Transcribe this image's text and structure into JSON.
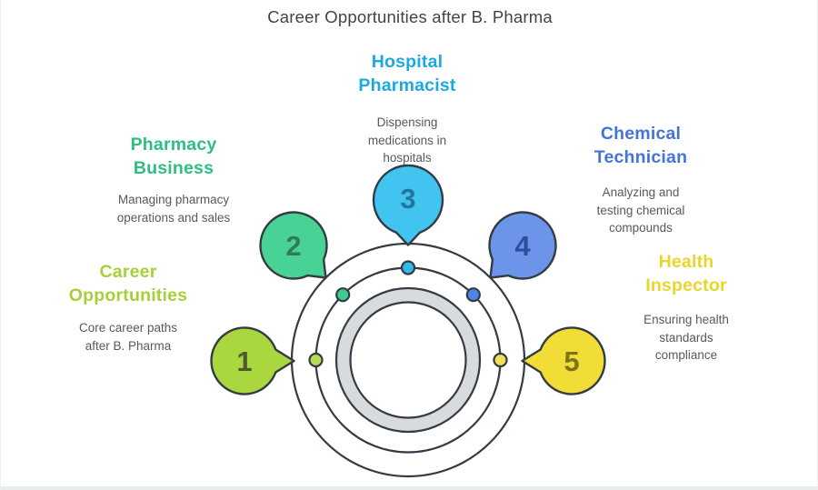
{
  "title": "Career Opportunities after B. Pharma",
  "colors": {
    "outline": "#333b44",
    "ring_fill": "#d9dadb",
    "ring_inner_fill": "#ffffff",
    "title_text": "#3f4448",
    "description_text": "#58595b",
    "background": "#ffffff"
  },
  "items": [
    {
      "number": "1",
      "heading": "Career\nOpportunities",
      "description": "Core career paths\nafter B. Pharma",
      "heading_color": "#a6cf39",
      "bubble_color": "#aad740",
      "dot_color": "#b9dc55",
      "number_color": "#4e5a2e"
    },
    {
      "number": "2",
      "heading": "Pharmacy\nBusiness",
      "description": "Managing pharmacy\noperations and sales",
      "heading_color": "#2ebe80",
      "bubble_color": "#49d295",
      "dot_color": "#3ecb8e",
      "number_color": "#2f7c5c"
    },
    {
      "number": "3",
      "heading": "Hospital\nPharmacist",
      "description": "Dispensing\nmedications in\nhospitals",
      "heading_color": "#1ba9df",
      "bubble_color": "#41c5f0",
      "dot_color": "#2fbceb",
      "number_color": "#20789f"
    },
    {
      "number": "4",
      "heading": "Chemical\nTechnician",
      "description": "Analyzing and\ntesting chemical\ncompounds",
      "heading_color": "#4374d9",
      "bubble_color": "#6c94e8",
      "dot_color": "#4d86e6",
      "number_color": "#2e4e99"
    },
    {
      "number": "5",
      "heading": "Health\nInspector",
      "description": "Ensuring health\nstandards\ncompliance",
      "heading_color": "#e8d62a",
      "bubble_color": "#f2dd37",
      "dot_color": "#efe054",
      "number_color": "#7d7419"
    }
  ]
}
